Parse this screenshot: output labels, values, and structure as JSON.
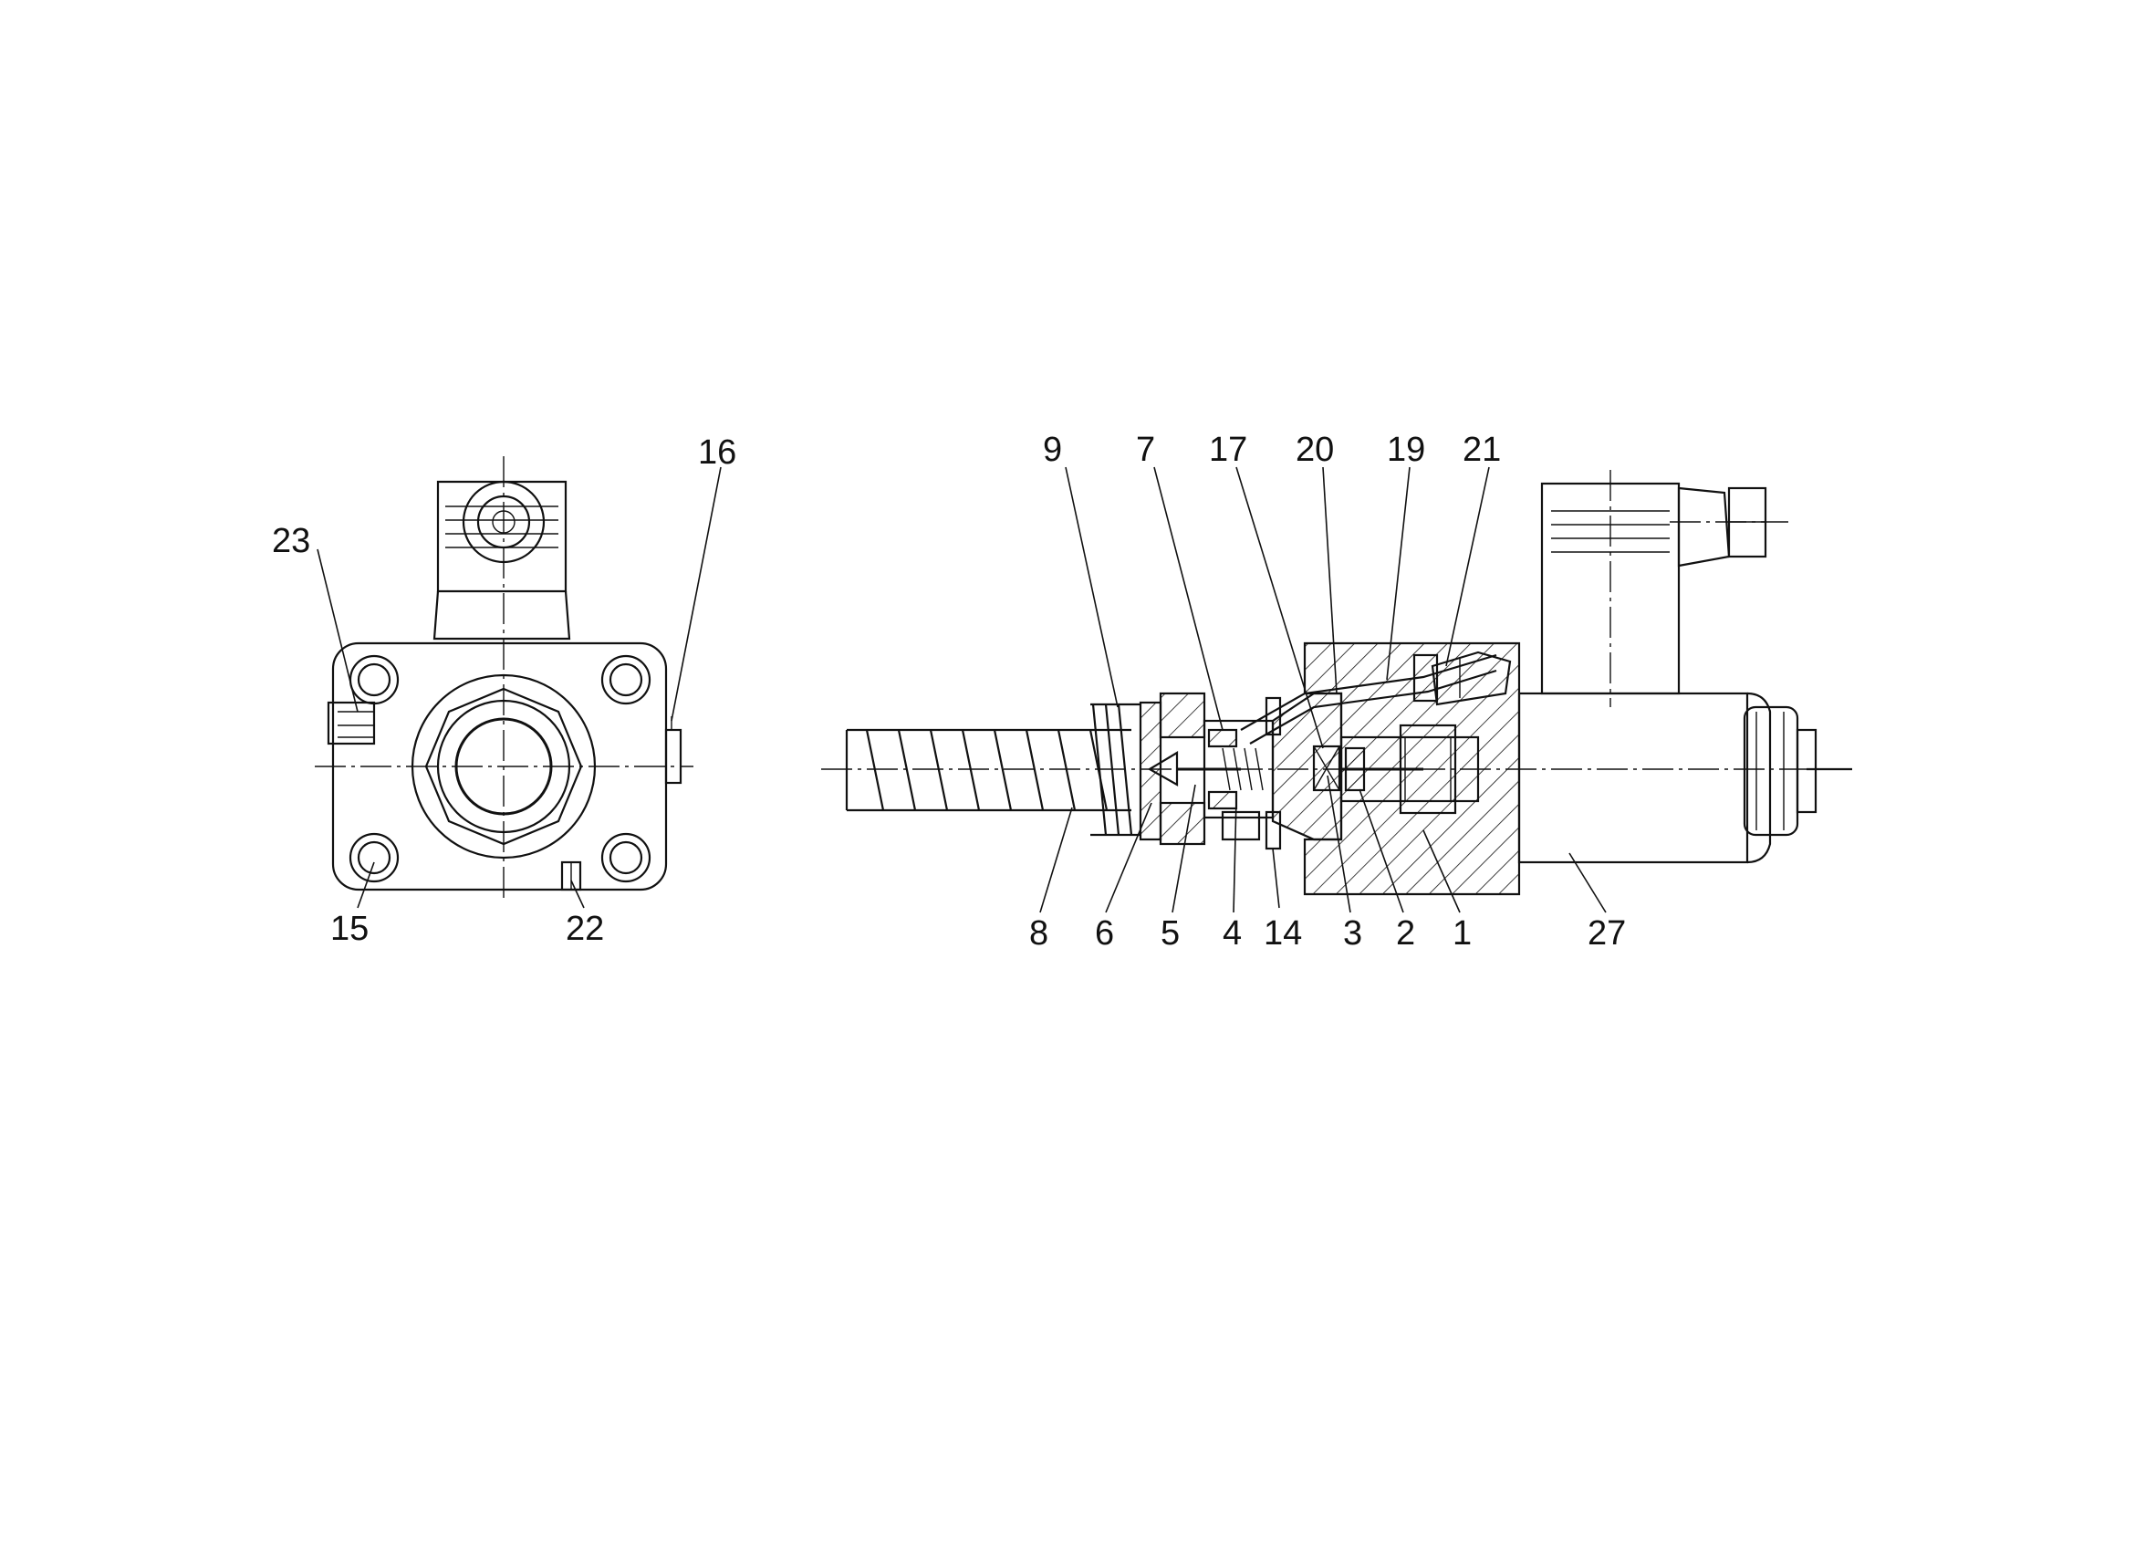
{
  "front_view": {
    "callouts": [
      "23",
      "16",
      "15",
      "22"
    ]
  },
  "section_view": {
    "callouts_top": [
      "9",
      "7",
      "17",
      "20",
      "19",
      "21"
    ],
    "callouts_bottom": [
      "8",
      "6",
      "5",
      "4",
      "14",
      "3",
      "2",
      "1",
      "27"
    ]
  }
}
